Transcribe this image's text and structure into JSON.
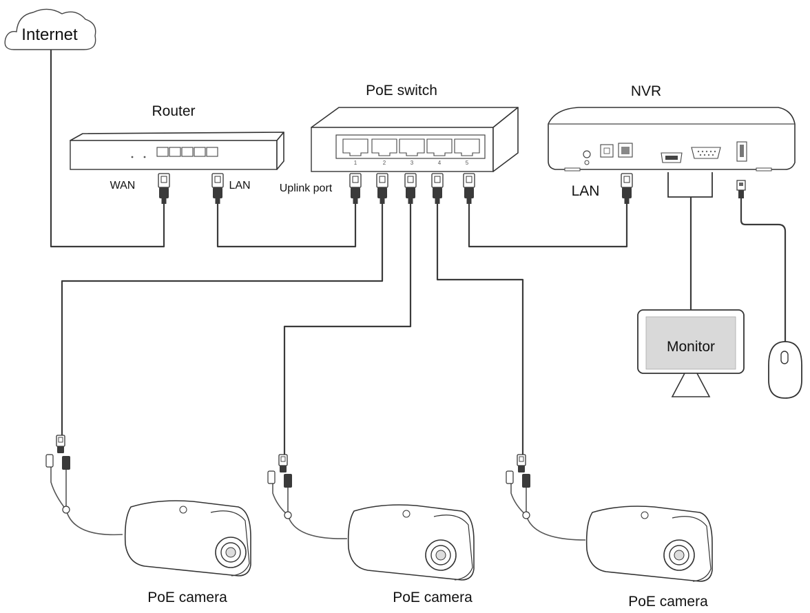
{
  "labels": {
    "internet": "Internet",
    "router": "Router",
    "poe_switch": "PoE switch",
    "nvr": "NVR",
    "wan": "WAN",
    "router_lan": "LAN",
    "uplink_port": "Uplink port",
    "nvr_lan": "LAN",
    "monitor": "Monitor",
    "camera_1": "PoE camera",
    "camera_2": "PoE camera",
    "camera_3": "PoE camera"
  },
  "switch_port_numbers": [
    "1",
    "2",
    "3",
    "4",
    "5"
  ],
  "colors": {
    "outline": "#333333",
    "cable": "#3a3a3a",
    "monitor_screen": "#d9d9d9",
    "background": "#ffffff"
  },
  "icons": [
    "cloud-icon",
    "router-icon",
    "switch-icon",
    "nvr-icon",
    "rj45-plug-icon",
    "usb-plug-icon",
    "monitor-icon",
    "mouse-icon",
    "bullet-camera-icon"
  ]
}
